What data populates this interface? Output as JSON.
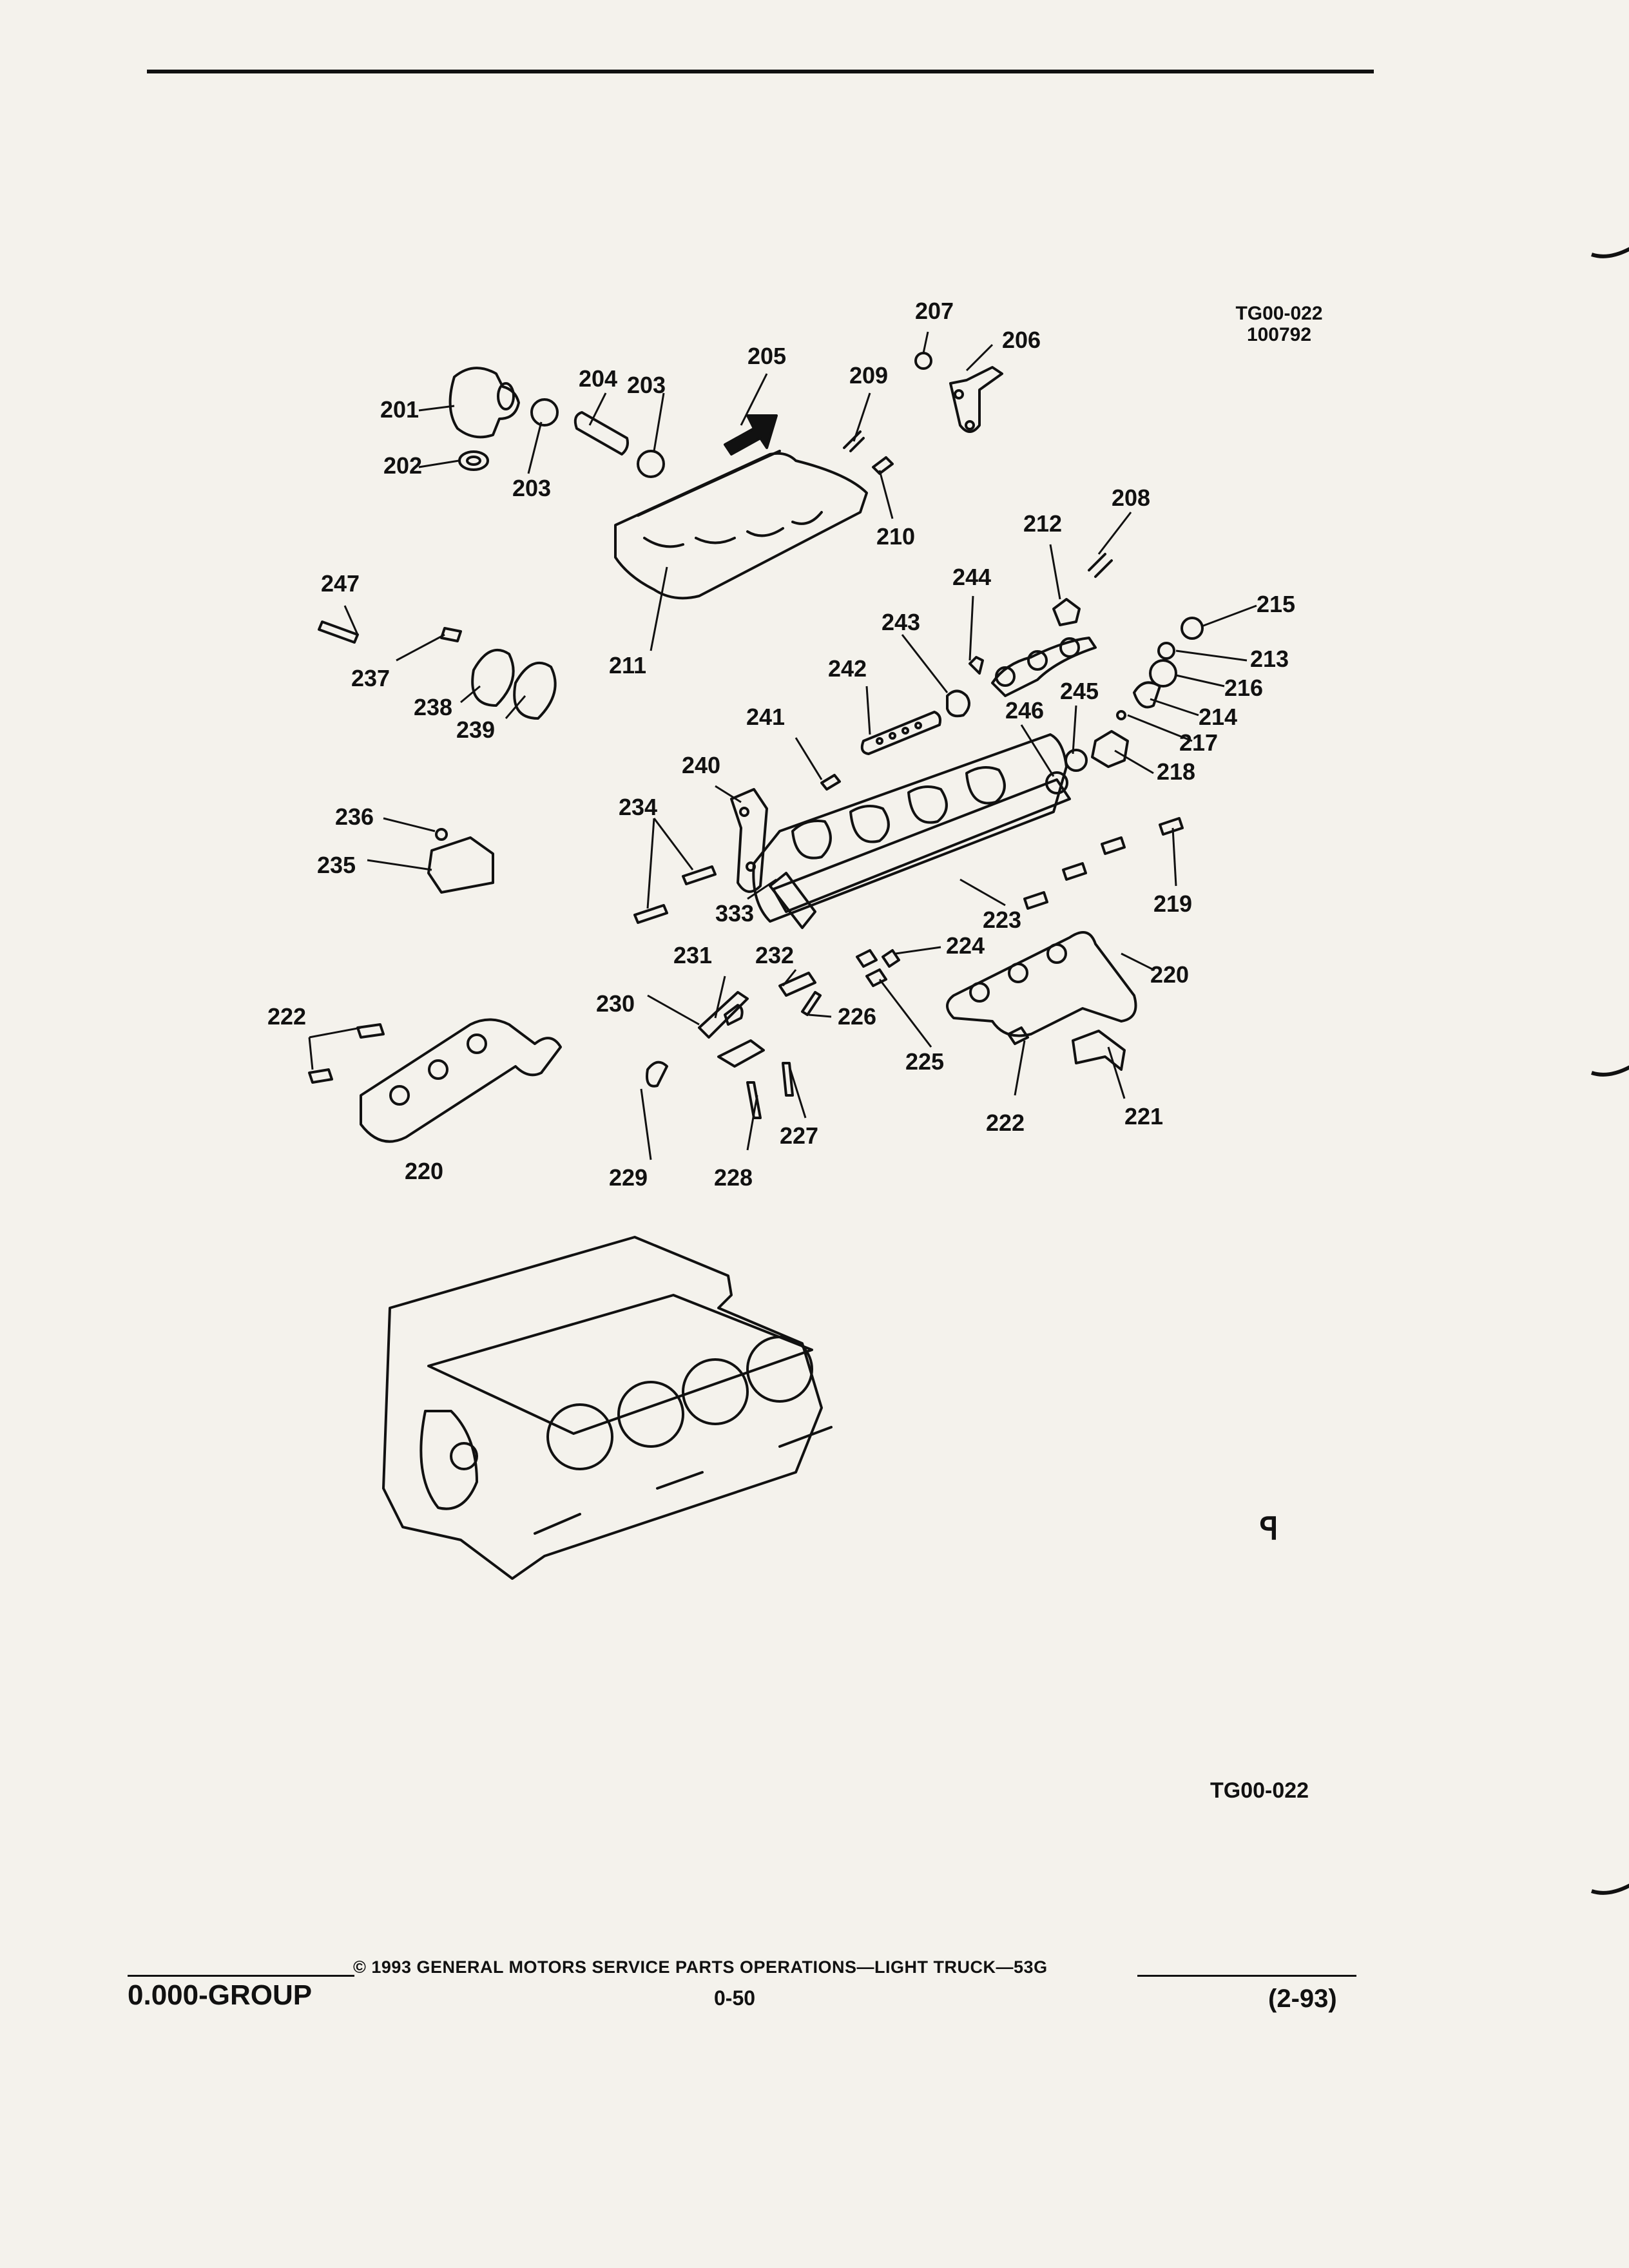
{
  "figure": {
    "code": "TG00-022",
    "date": "100792",
    "caption": "TG00-022"
  },
  "callouts": [
    {
      "id": "c201",
      "text": "201"
    },
    {
      "id": "c202",
      "text": "202"
    },
    {
      "id": "c203a",
      "text": "203"
    },
    {
      "id": "c204",
      "text": "204"
    },
    {
      "id": "c203b",
      "text": "203"
    },
    {
      "id": "c205",
      "text": "205"
    },
    {
      "id": "c206",
      "text": "206"
    },
    {
      "id": "c207",
      "text": "207"
    },
    {
      "id": "c208",
      "text": "208"
    },
    {
      "id": "c209",
      "text": "209"
    },
    {
      "id": "c210",
      "text": "210"
    },
    {
      "id": "c211",
      "text": "211"
    },
    {
      "id": "c212",
      "text": "212"
    },
    {
      "id": "c213",
      "text": "213"
    },
    {
      "id": "c214",
      "text": "214"
    },
    {
      "id": "c215",
      "text": "215"
    },
    {
      "id": "c216",
      "text": "216"
    },
    {
      "id": "c217",
      "text": "217"
    },
    {
      "id": "c218",
      "text": "218"
    },
    {
      "id": "c219",
      "text": "219"
    },
    {
      "id": "c220a",
      "text": "220"
    },
    {
      "id": "c220b",
      "text": "220"
    },
    {
      "id": "c221",
      "text": "221"
    },
    {
      "id": "c222a",
      "text": "222"
    },
    {
      "id": "c222b",
      "text": "222"
    },
    {
      "id": "c223",
      "text": "223"
    },
    {
      "id": "c224",
      "text": "224"
    },
    {
      "id": "c225",
      "text": "225"
    },
    {
      "id": "c226",
      "text": "226"
    },
    {
      "id": "c227",
      "text": "227"
    },
    {
      "id": "c228",
      "text": "228"
    },
    {
      "id": "c229",
      "text": "229"
    },
    {
      "id": "c230",
      "text": "230"
    },
    {
      "id": "c231",
      "text": "231"
    },
    {
      "id": "c232",
      "text": "232"
    },
    {
      "id": "c333",
      "text": "333"
    },
    {
      "id": "c234",
      "text": "234"
    },
    {
      "id": "c235",
      "text": "235"
    },
    {
      "id": "c236",
      "text": "236"
    },
    {
      "id": "c237",
      "text": "237"
    },
    {
      "id": "c238",
      "text": "238"
    },
    {
      "id": "c239",
      "text": "239"
    },
    {
      "id": "c240",
      "text": "240"
    },
    {
      "id": "c241",
      "text": "241"
    },
    {
      "id": "c242",
      "text": "242"
    },
    {
      "id": "c243",
      "text": "243"
    },
    {
      "id": "c244",
      "text": "244"
    },
    {
      "id": "c245",
      "text": "245"
    },
    {
      "id": "c246",
      "text": "246"
    },
    {
      "id": "c247",
      "text": "247"
    }
  ],
  "footer": {
    "copyright": "© 1993 GENERAL MOTORS SERVICE PARTS OPERATIONS—LIGHT TRUCK—53G",
    "group": "0.000-GROUP",
    "page": "0-50",
    "date": "(2-93)"
  }
}
